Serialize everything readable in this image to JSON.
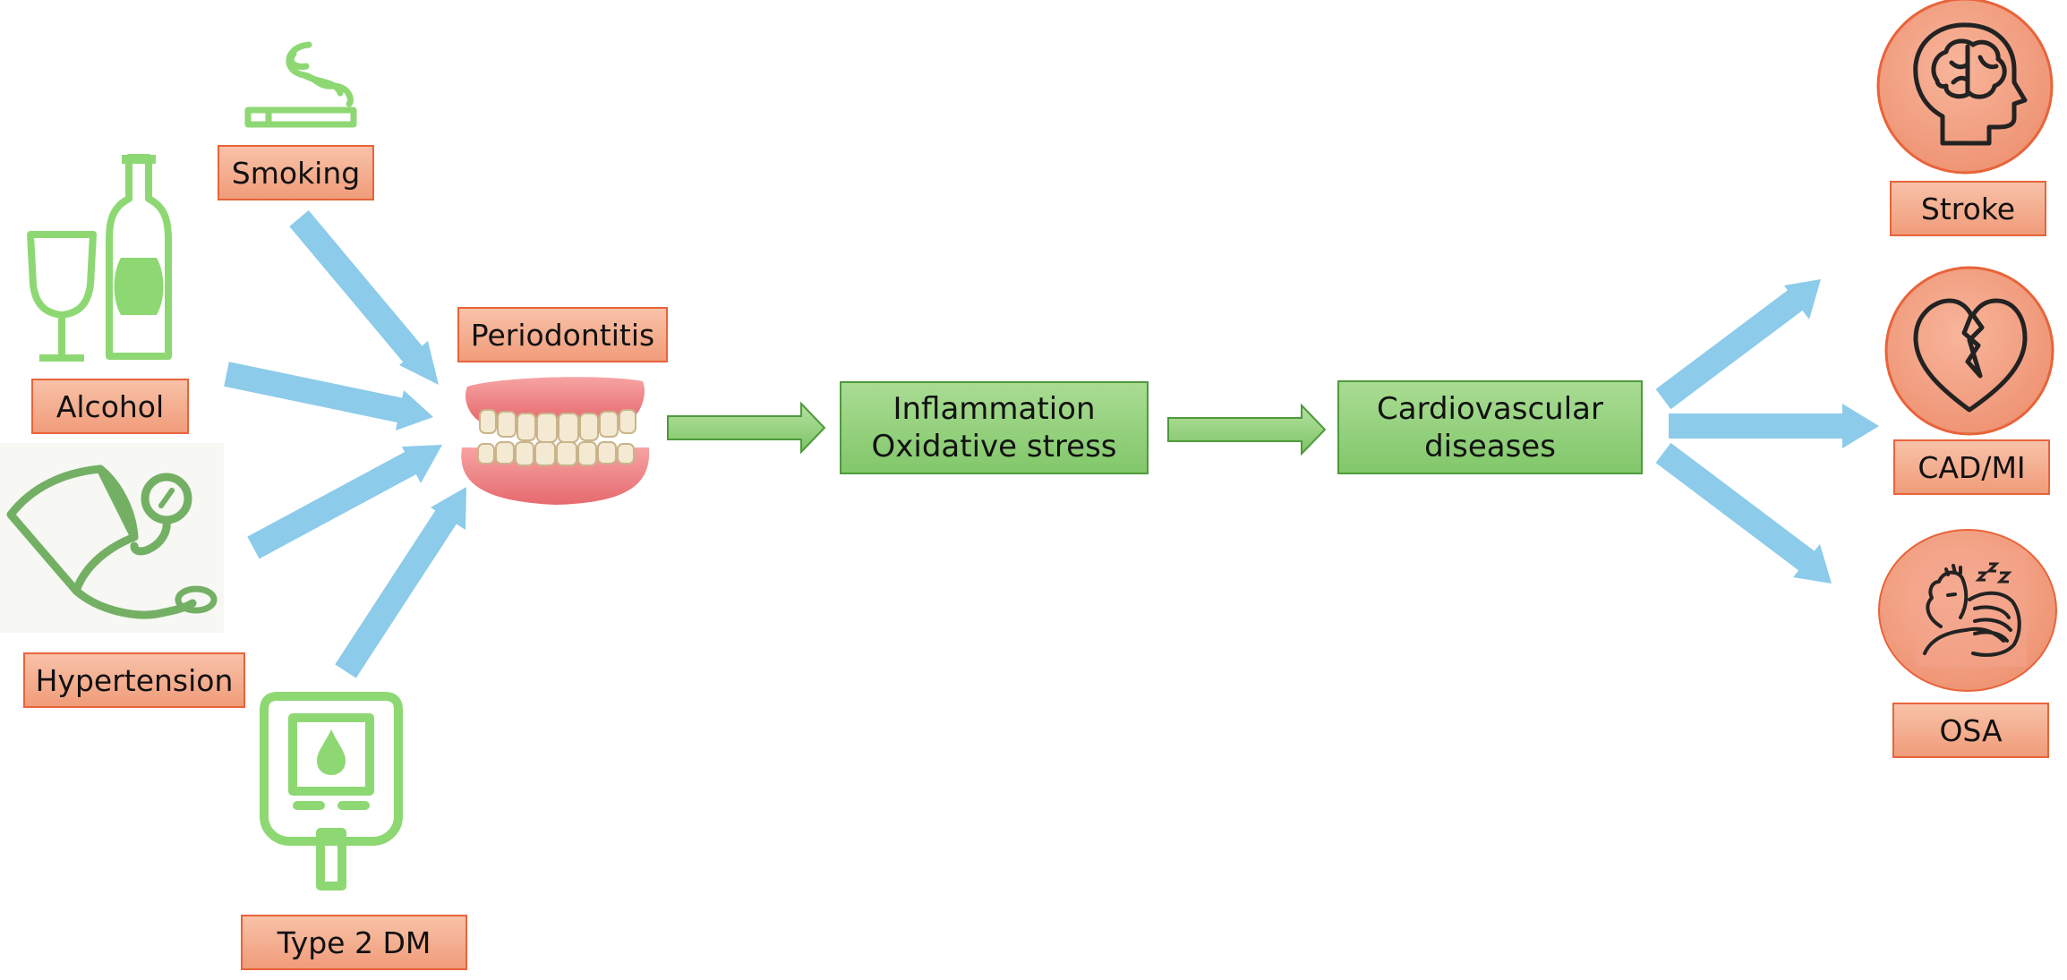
{
  "risk_factors": {
    "smoking": "Smoking",
    "alcohol": "Alcohol",
    "hypertension": "Hypertension",
    "diabetes": "Type 2 DM"
  },
  "center": {
    "periodontitis": "Periodontitis"
  },
  "process": {
    "line1": "Inflammation",
    "line2": "Oxidative stress"
  },
  "disease": {
    "line1": "Cardiovascular",
    "line2": "diseases"
  },
  "outcomes": {
    "stroke": "Stroke",
    "cad": "CAD/MI",
    "osa": "OSA"
  },
  "icons": [
    "cigarette-icon",
    "wine-bottle-icon",
    "blood-pressure-cuff-icon",
    "glucometer-icon",
    "dentures-icon",
    "brain-head-icon",
    "broken-heart-icon",
    "sleeping-person-icon"
  ],
  "colors": {
    "label_fill": "#f4a888",
    "label_border": "#e8643a",
    "green_box": "#92d078",
    "green_icon": "#8ed873",
    "blue_arrow": "#8ccbea",
    "circle_fill": "#f2a184"
  }
}
